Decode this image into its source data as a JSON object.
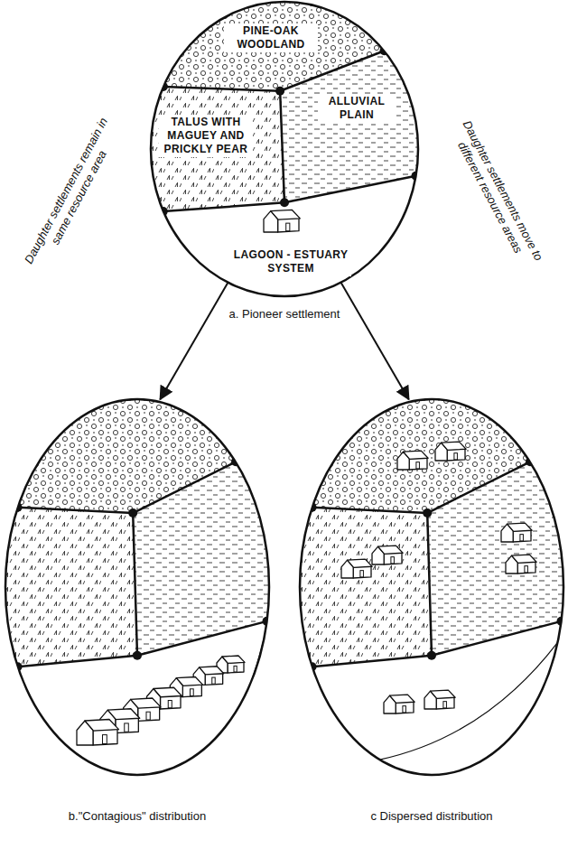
{
  "diagram": {
    "nodes": [
      {
        "text": [
          "a. Pioneer settlement"
        ]
      },
      {
        "text": [
          "PINE-OAK WOODLAND"
        ],
        "in": 0
      },
      {
        "text": [
          "TALUS WITH MAGUEY AND PRICKLY PEAR"
        ],
        "in": 0
      },
      {
        "text": [
          "ALLUVIAL PLAIN"
        ],
        "in": 0
      },
      {
        "text": [
          "LAGOON - ESTUARY SYSTEM"
        ],
        "in": 0
      },
      {
        "text": [
          "b.\"Contagious\" distribution"
        ]
      },
      {
        "text": [
          "c Dispersed distribution"
        ]
      }
    ],
    "edges": [
      {
        "from": 0,
        "to": 5,
        "arrow": "to",
        "label": "Daughter settlements remain in same resource area"
      },
      {
        "from": 0,
        "to": 6,
        "arrow": "to",
        "label": "Daughter settlements move to different resource areas"
      }
    ]
  }
}
